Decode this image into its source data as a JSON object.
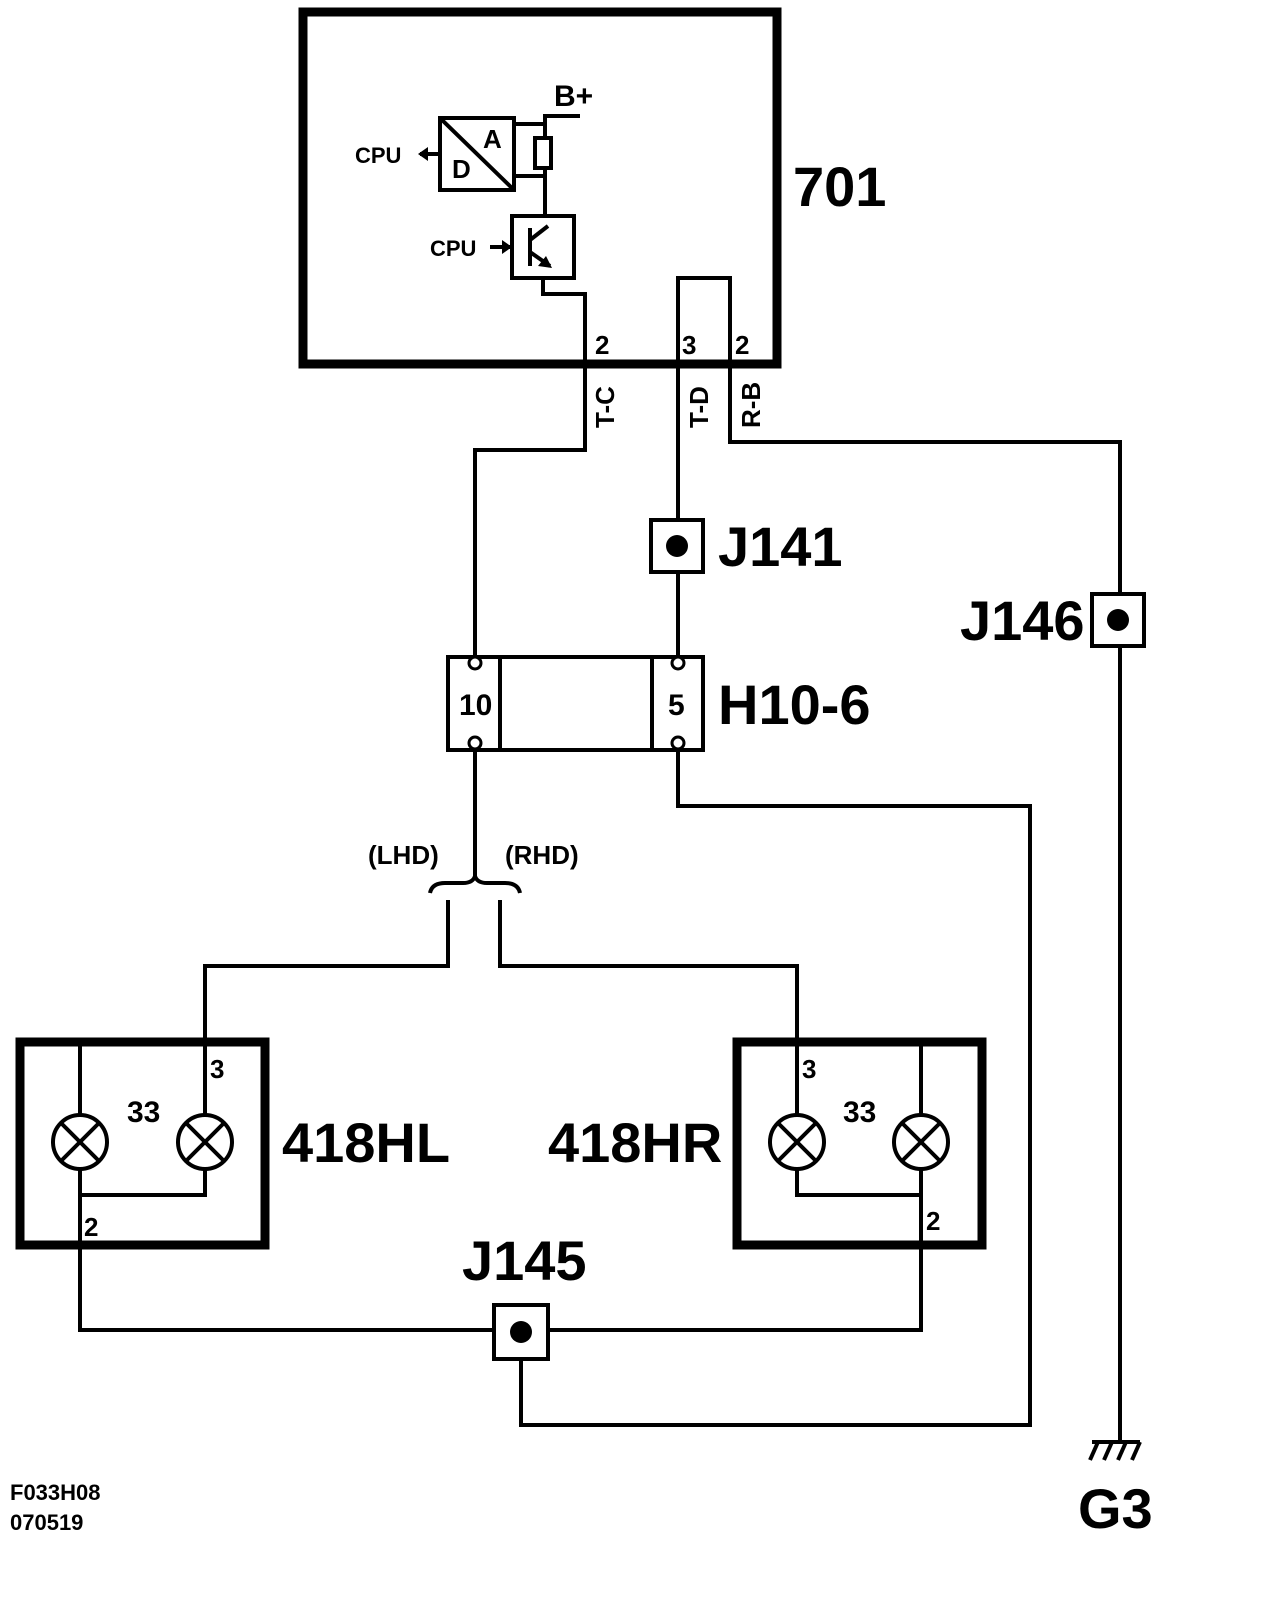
{
  "components": {
    "ecu": "701",
    "connector": "H10-6",
    "lamp_left": "418HL",
    "lamp_right": "418HR"
  },
  "ecu_internal": {
    "supply": "B+",
    "cpu_in": "CPU",
    "cpu_out": "CPU",
    "adc_a": "A",
    "adc_d": "D"
  },
  "ecu_pins": {
    "tc_pin": "2",
    "td_pin": "3",
    "rb_pin": "2"
  },
  "wire_codes": {
    "tc": "T-C",
    "td": "T-D",
    "rb": "R-B"
  },
  "junctions": {
    "j141": "J141",
    "j146": "J146",
    "j145": "J145"
  },
  "connector_pins": {
    "left": "10",
    "right": "5"
  },
  "variants": {
    "lhd": "(LHD)",
    "rhd": "(RHD)"
  },
  "lamp_left_pins": {
    "top": "3",
    "bottom": "2",
    "bulb": "33"
  },
  "lamp_right_pins": {
    "top": "3",
    "bottom": "2",
    "bulb": "33"
  },
  "ground": "G3",
  "figure_code": "F033H08",
  "figure_date": "070519"
}
